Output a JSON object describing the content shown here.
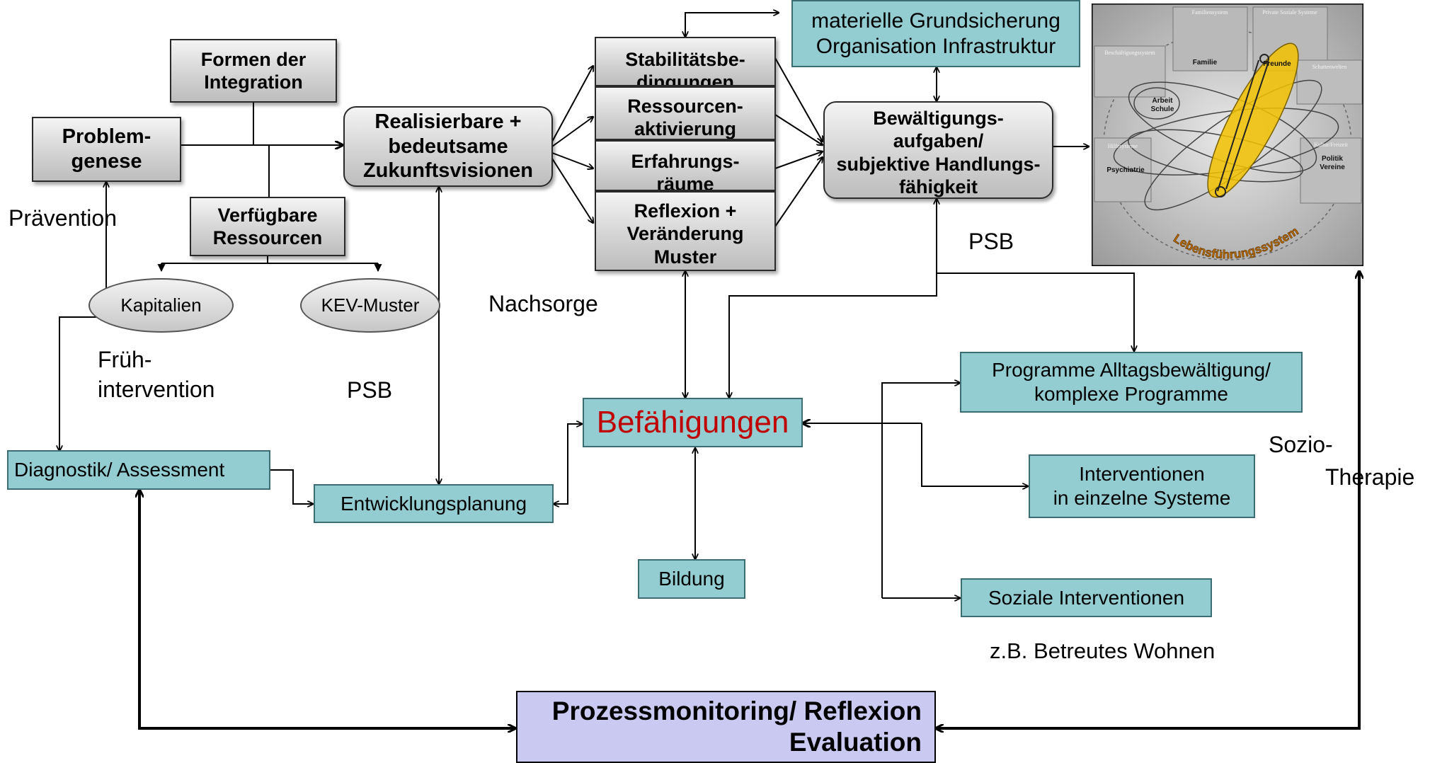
{
  "boxes": {
    "formen": "Formen der\nIntegration",
    "problem": "Problem-\ngenese",
    "ressourcen": "Verfügbare\nRessourcen",
    "kapitalien": "Kapitalien",
    "kev": "KEV-Muster",
    "realisierbare": "Realisierbare +\nbedeutsame\nZukunftsvisionen",
    "stabilitaet": "Stabilitätsbe-\ndingungen",
    "aktivierung": "Ressourcen-\naktivierung",
    "erfahrung": "Erfahrungs-\nräume",
    "reflexion": "Reflexion +\nVeränderung\nMuster",
    "materiell": "materielle Grundsicherung\nOrganisation Infrastruktur",
    "bewaeltigung": "Bewältigungs-\naufgaben/\nsubjektive Handlungs-\nfähigkeit",
    "befaehigungen": "Befähigungen",
    "diagnostik": "Diagnostik/ Assessment",
    "entwicklung": "Entwicklungsplanung",
    "bildung": "Bildung",
    "programme": "Programme Alltagsbewältigung/\nkomplexe Programme",
    "interventionen": "Interventionen\nin einzelne Systeme",
    "soziale": "Soziale Interventionen",
    "prozess": "Prozessmonitoring/ Reflexion\nEvaluation"
  },
  "labels": {
    "praevention": "Prävention",
    "fruehintervention": "Früh-\nintervention",
    "psb_left": "PSB",
    "nachsorge": "Nachsorge",
    "psb_right": "PSB",
    "betreutes": "z.B. Betreutes Wohnen",
    "sozio": "Sozio-",
    "therapie": "Therapie"
  },
  "lebensfuehrung": {
    "title": "Lebensführungssystem",
    "systems": [
      "Familiensystem",
      "Private Soziale Systeme",
      "Beschäftigungssystem",
      "Schattenwelten",
      "Hilfesysteme",
      "Kultur/Freizeit"
    ],
    "familie": "Familie",
    "freunde": "Freunde",
    "arbeit": "Arbeit\nSchule",
    "psychiatrie": "Psychiatrie",
    "politik": "Politik\nVereine"
  },
  "colors": {
    "teal": "#93cdd1",
    "lavender": "#c9c9f2",
    "highlight_red": "#c00000",
    "ellipse_yellow": "#f2c200",
    "title_orange": "#b86a00"
  }
}
